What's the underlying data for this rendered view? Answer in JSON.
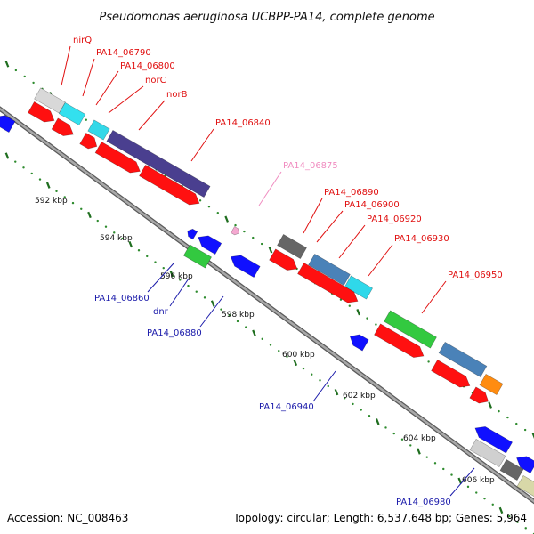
{
  "title": "Pseudomonas aeruginosa UCBPP-PA14, complete genome",
  "footer": {
    "accession": "Accession: NC_008463",
    "topology": "Topology: circular; Length: 6,537,648 bp; Genes: 5,964"
  },
  "colors": {
    "backbone": "#8a8a8a",
    "tick_dot": "#2e8b2e",
    "tick_major": "#1f6e1f",
    "label_top": "#e01010",
    "label_bottom": "#1a1aaa",
    "label_pink": "#f08cc0"
  },
  "ruler": [
    {
      "label": "592 kbp"
    },
    {
      "label": "594 kbp"
    },
    {
      "label": "596 kbp"
    },
    {
      "label": "598 kbp"
    },
    {
      "label": "600 kbp"
    },
    {
      "label": "602 kbp"
    },
    {
      "label": "604 kbp"
    },
    {
      "label": "606 kbp"
    }
  ],
  "top_labels": [
    {
      "name": "nirQ",
      "color": "red"
    },
    {
      "name": "PA14_06790",
      "color": "red"
    },
    {
      "name": "PA14_06800",
      "color": "red"
    },
    {
      "name": "norC",
      "color": "red"
    },
    {
      "name": "norB",
      "color": "red"
    },
    {
      "name": "PA14_06840",
      "color": "red"
    },
    {
      "name": "PA14_06875",
      "color": "pink"
    },
    {
      "name": "PA14_06890",
      "color": "red"
    },
    {
      "name": "PA14_06900",
      "color": "red"
    },
    {
      "name": "PA14_06920",
      "color": "red"
    },
    {
      "name": "PA14_06930",
      "color": "red"
    },
    {
      "name": "PA14_06950",
      "color": "red"
    }
  ],
  "bottom_labels": [
    {
      "name": "PA14_06860"
    },
    {
      "name": "dnr"
    },
    {
      "name": "PA14_06880"
    },
    {
      "name": "PA14_06940"
    },
    {
      "name": "PA14_06980"
    }
  ]
}
